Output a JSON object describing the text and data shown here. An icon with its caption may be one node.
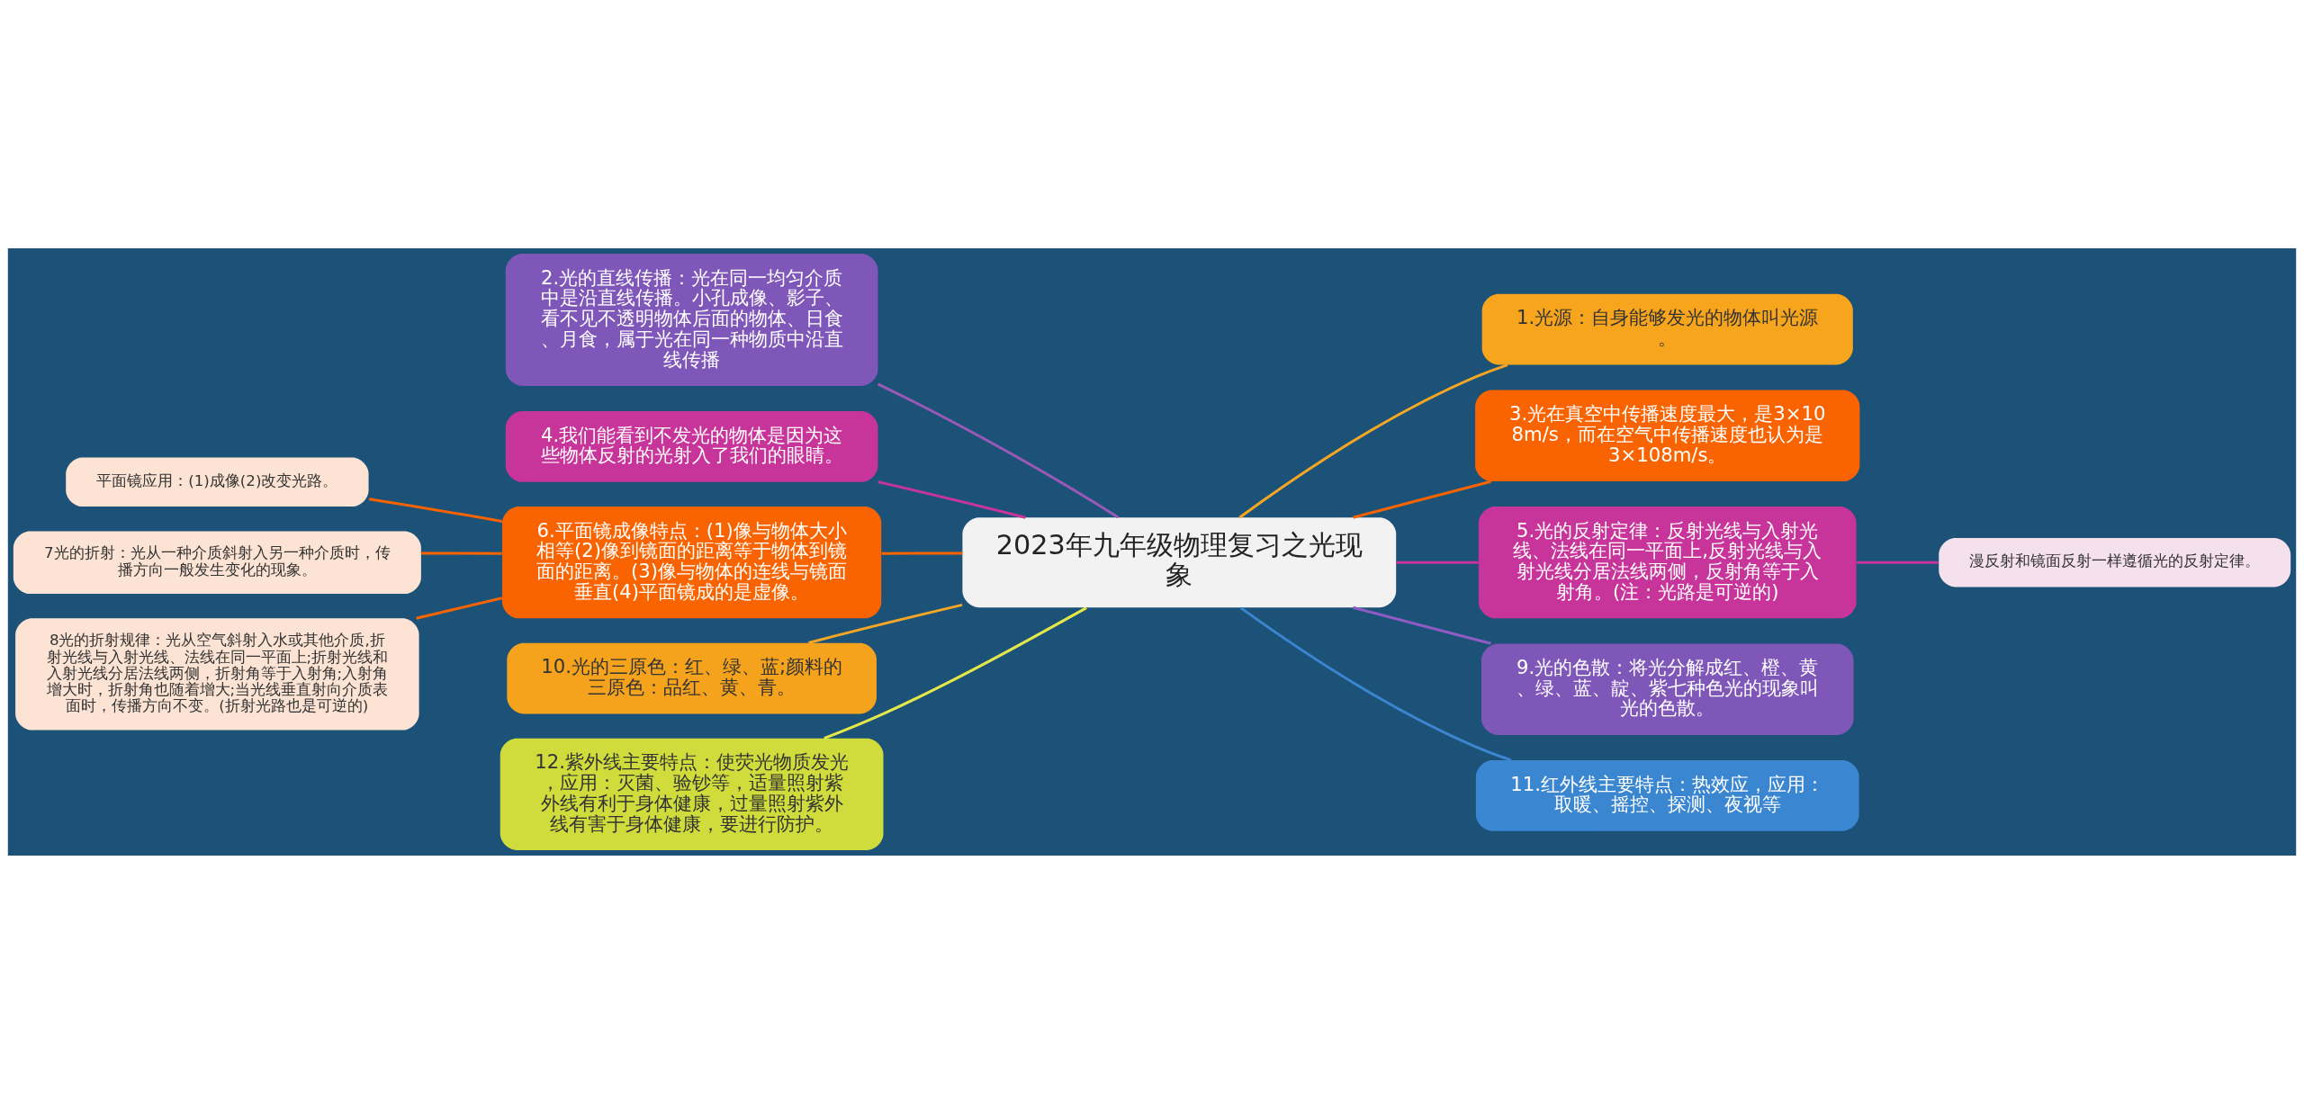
{
  "diagram": {
    "nodes": [
      {
        "text": [
          "2023年九年级物理复习之光现象"
        ]
      },
      {
        "text": [
          "1.光源：自身能够发光的物体叫光源。"
        ]
      },
      {
        "text": [
          "2.光的直线传播：光在同一均匀介质中是沿直线传播。小孔成像、影子、看不见不透明物体后面的物体、日食、月食，属于光在同一种物质中沿直线传播"
        ]
      },
      {
        "text": [
          "3.光在真空中传播速度最大，是3×108m/s，而在空气中传播速度也认为是3×108m/s。"
        ]
      },
      {
        "text": [
          "4.我们能看到不发光的物体是因为这些物体反射的光射入了我们的眼睛。"
        ]
      },
      {
        "text": [
          "5.光的反射定律：反射光线与入射光线、法线在同一平面上,反射光线与入射光线分居法线两侧，反射角等于入射角。(注：光路是可逆的)"
        ]
      },
      {
        "text": [
          "漫反射和镜面反射一样遵循光的反射定律。"
        ]
      },
      {
        "text": [
          "6.平面镜成像特点：(1)像与物体大小相等(2)像到镜面的距离等于物体到镜面的距离。(3)像与物体的连线与镜面垂直(4)平面镜成的是虚像。"
        ]
      },
      {
        "text": [
          "平面镜应用：(1)成像(2)改变光路。"
        ]
      },
      {
        "text": [
          "7光的折射：光从一种介质斜射入另一种介质时，传播方向一般发生变化的现象。"
        ]
      },
      {
        "text": [
          "8光的折射规律：光从空气斜射入水或其他介质,折射光线与入射光线、法线在同一平面上;折射光线和入射光线分居法线两侧，折射角等于入射角;入射角增大时，折射角也随着增大;当光线垂直射向介质表面时，传播方向不变。(折射光路也是可逆的)"
        ]
      },
      {
        "text": [
          "9.光的色散：将光分解成红、橙、黄、绿、蓝、靛、紫七种色光的现象叫光的色散。"
        ]
      },
      {
        "text": [
          "10.光的三原色：红、绿、蓝;颜料的三原色：品红、黄、青。"
        ]
      },
      {
        "text": [
          "11.红外线主要特点：热效应，应用：取暖、摇控、探测、夜视等"
        ]
      },
      {
        "text": [
          "12.紫外线主要特点：使荧光物质发光，应用：灭菌、验钞等，适量照射紫外线有利于身体健康，过量照射紫外线有害于身体健康，要进行防护。"
        ]
      }
    ],
    "edges": [
      {
        "from": 0,
        "to": 1,
        "arrow": "none",
        "color": "#f5a623"
      },
      {
        "from": 0,
        "to": 2,
        "arrow": "none",
        "color": "#9b59b6"
      },
      {
        "from": 0,
        "to": 3,
        "arrow": "none",
        "color": "#f96400"
      },
      {
        "from": 0,
        "to": 4,
        "arrow": "none",
        "color": "#c8359a"
      },
      {
        "from": 0,
        "to": 5,
        "arrow": "none",
        "color": "#c8359a"
      },
      {
        "from": 5,
        "to": 6,
        "arrow": "none",
        "color": "#c8359a"
      },
      {
        "from": 0,
        "to": 7,
        "arrow": "none",
        "color": "#f96400"
      },
      {
        "from": 7,
        "to": 8,
        "arrow": "none",
        "color": "#f96400"
      },
      {
        "from": 7,
        "to": 9,
        "arrow": "none",
        "color": "#f96400"
      },
      {
        "from": 7,
        "to": 10,
        "arrow": "none",
        "color": "#f96400"
      },
      {
        "from": 0,
        "to": 11,
        "arrow": "none",
        "color": "#8e5cc4"
      },
      {
        "from": 0,
        "to": 12,
        "arrow": "none",
        "color": "#f5a623"
      },
      {
        "from": 0,
        "to": 13,
        "arrow": "none",
        "color": "#3a86d0"
      },
      {
        "from": 0,
        "to": 14,
        "arrow": "none",
        "color": "#e6e84a"
      }
    ]
  }
}
